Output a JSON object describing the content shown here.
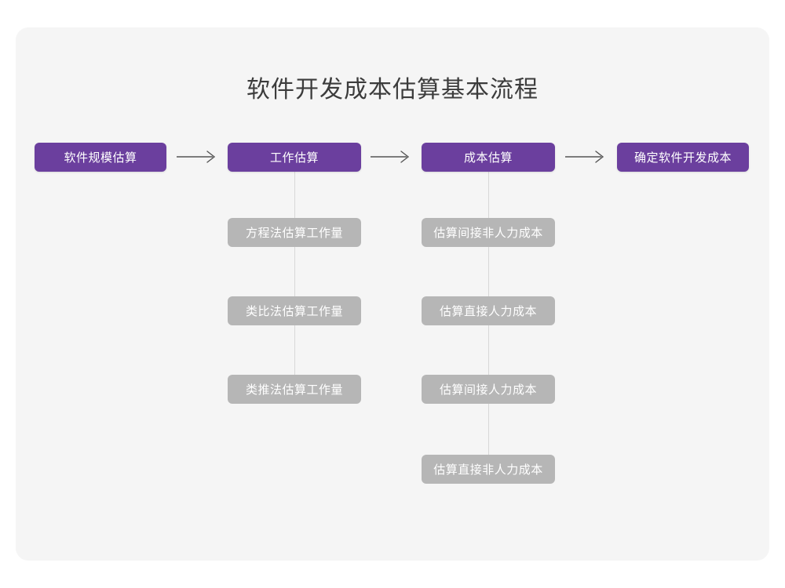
{
  "chart_data": {
    "type": "diagram",
    "title": "软件开发成本估算基本流程",
    "layout": "horizontal flow with vertical sub-branches",
    "colors": {
      "canvas_background": "#f5f5f5",
      "page_background": "#ffffff",
      "primary_node": "#6b3f9e",
      "secondary_node": "#b6b6b6",
      "node_text": "#ffffff",
      "title_text": "#3c3c3c",
      "connector_line": "#d8d8d8",
      "arrow": "#555555"
    },
    "main_flow": [
      "软件规模估算",
      "工作估算",
      "成本估算",
      "确定软件开发成本"
    ],
    "branches": [
      {
        "parent": "工作估算",
        "children": [
          "方程法估算工作量",
          "类比法估算工作量",
          "类推法估算工作量"
        ]
      },
      {
        "parent": "成本估算",
        "children": [
          "估算间接非人力成本",
          "估算直接人力成本",
          "估算间接人力成本",
          "估算直接非人力成本"
        ]
      }
    ]
  },
  "title": "软件开发成本估算基本流程",
  "nodes": {
    "scale": "软件规模估算",
    "effort": "工作估算",
    "cost": "成本估算",
    "final": "确定软件开发成本",
    "equation_method": "方程法估算工作量",
    "analogy_method": "类比法估算工作量",
    "deduction_method": "类推法估算工作量",
    "indirect_nonlabor": "估算间接非人力成本",
    "direct_labor": "估算直接人力成本",
    "indirect_labor": "估算间接人力成本",
    "direct_nonlabor": "估算直接非人力成本"
  },
  "icons": {
    "arrow": "arrow-right-icon"
  }
}
